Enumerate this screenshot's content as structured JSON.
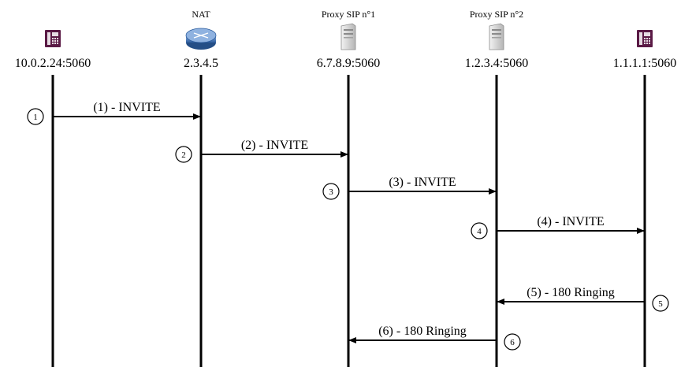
{
  "entities": [
    {
      "id": "phone-a",
      "title": "",
      "address": "10.0.2.24:5060",
      "icon": "desk-phone-icon"
    },
    {
      "id": "nat",
      "title": "NAT",
      "address": "2.3.4.5",
      "icon": "router-icon"
    },
    {
      "id": "proxy1",
      "title": "Proxy SIP n°1",
      "address": "6.7.8.9:5060",
      "icon": "server-icon"
    },
    {
      "id": "proxy2",
      "title": "Proxy SIP n°2",
      "address": "1.2.3.4:5060",
      "icon": "server-icon"
    },
    {
      "id": "phone-b",
      "title": "",
      "address": "1.1.1.1:5060",
      "icon": "desk-phone-icon"
    }
  ],
  "messages": [
    {
      "step": "1",
      "label": "(1) - INVITE",
      "from": 0,
      "to": 1
    },
    {
      "step": "2",
      "label": "(2) - INVITE",
      "from": 1,
      "to": 2
    },
    {
      "step": "3",
      "label": "(3) - INVITE",
      "from": 2,
      "to": 3
    },
    {
      "step": "4",
      "label": "(4) - INVITE",
      "from": 3,
      "to": 4
    },
    {
      "step": "5",
      "label": "(5) - 180 Ringing",
      "from": 4,
      "to": 3
    },
    {
      "step": "6",
      "label": "(6) - 180 Ringing",
      "from": 3,
      "to": 2
    }
  ],
  "colors": {
    "line": "#000000",
    "phone": "#5a1a45",
    "router": "#3f6fb0",
    "server": "#c9c9c9"
  }
}
